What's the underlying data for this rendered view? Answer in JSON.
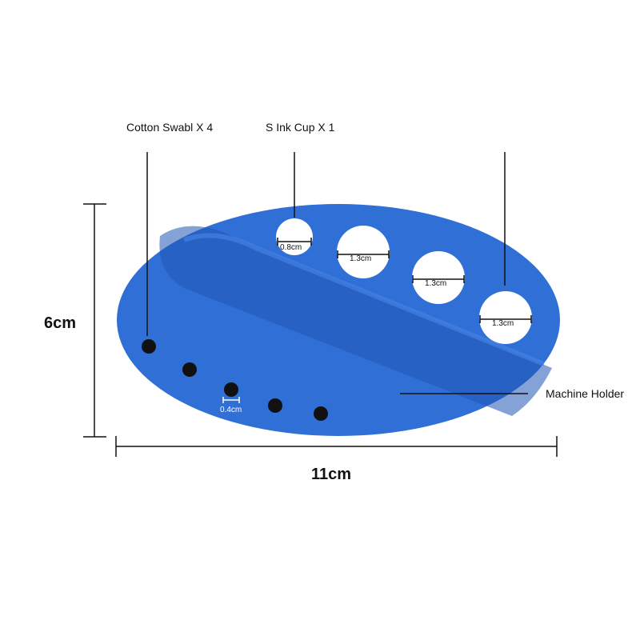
{
  "product": {
    "body_color": "#2f6fd6",
    "body_dark": "#1f55b4",
    "hole_color": "#ffffff",
    "pin_color": "#111111"
  },
  "callouts": {
    "cotton_swab": "Cotton Swabl X 4",
    "ink_cup": "S Ink Cup X 1",
    "machine_holder": "Machine Holder"
  },
  "dimensions": {
    "height": "6cm",
    "width": "11cm"
  },
  "holes": {
    "small_cup": "0.8cm",
    "large_cup_1": "1.3cm",
    "large_cup_2": "1.3cm",
    "large_cup_3": "1.3cm",
    "pin_hole": "0.4cm"
  }
}
